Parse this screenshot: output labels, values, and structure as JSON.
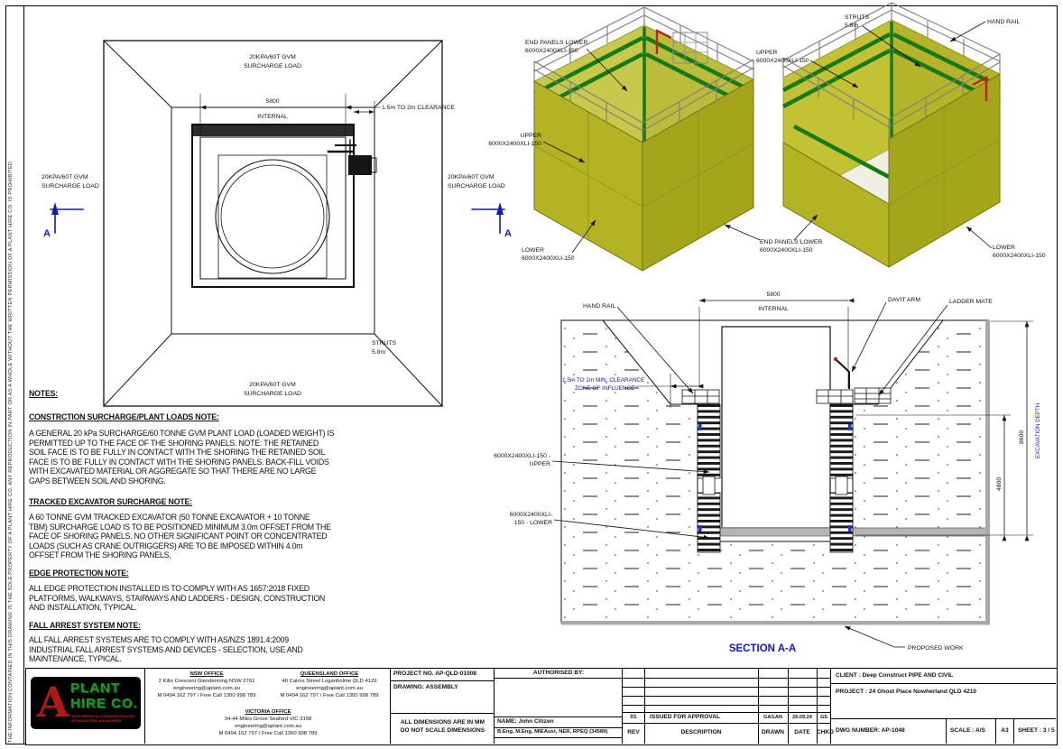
{
  "frame": {
    "disclaimer": "THE INFORMATION CONTAINED IN THIS DRAWING IS THE SOLE PROPERTY OF A PLANT HIRE CO. ANY REPRODUCTION IN PART OR AS A WHOLE WITHOUT THE WRITTEN PERMISSION OF A PLANT HIRE CO. IS PROHIBITED."
  },
  "plan": {
    "surcharge_l1": "20KPA/60T GVM",
    "surcharge_l2": "SURCHARGE LOAD",
    "dim_5800": "5800",
    "dim_internal": "INTERNAL",
    "clearance": "1.5m TO 2m CLEARANCE",
    "struts_l1": "STRUTS",
    "struts_l2": "5.8m",
    "section_letter": "A"
  },
  "iso": {
    "end_panels_lower": "END PANELS LOWER",
    "panel_code": "6000X2400XLI-150",
    "upper": "UPPER",
    "lower": "LOWER",
    "struts_l1": "STRUTS",
    "struts_l2": "5.8m",
    "hand_rail": "HAND RAIL"
  },
  "section": {
    "title": "SECTION A-A",
    "hand_rail": "HAND RAIL",
    "dim_5800": "5800",
    "dim_internal": "INTERNAL",
    "davit_arm": "DAVIT ARM",
    "ladder_mate": "LADDER MATE",
    "clearance_l1": "1.5m TO 2m MIN. CLEARANCE",
    "clearance_l2": "ZONE OF INFLUENCE",
    "upper_label_l1": "6000X2400XLI-150 -",
    "upper_label_l2": "UPPER",
    "lower_label_l1": "6000X2400XLI-",
    "lower_label_l2": "150 - LOWER",
    "dim_8600": "8600",
    "dim_4800": "4800",
    "excavation_depth": "EXCAVATION DEPTH",
    "proposed_work": "PROPOSED WORK"
  },
  "notes": {
    "title": "NOTES:",
    "s1_heading": "CONSTRCTION SURCHARGE/PLANT LOADS NOTE:",
    "s1_body": "A GENERAL 20 kPa SURCHARGE/60 TONNE GVM PLANT LOAD (LOADED WEIGHT) IS\nPERMITTED UP TO THE FACE OF THE SHORING PANELS. NOTE: THE RETAINED\nSOIL FACE IS TO BE FULLY IN CONTACT WITH THE SHORING  THE RETAINED SOIL\nFACE IS TO BE FULLY IN CONTACT WITH THE SHORING PANELS. BACK-FILL VOIDS\nWITH EXCAVATED MATERIAL OR AGGREGATE SO THAT THERE ARE NO LARGE\nGAPS BETWEEN SOIL AND SHORING.",
    "s2_heading": "TRACKED EXCAVATOR SURCHARGE NOTE:",
    "s2_body": "A 60 TONNE GVM TRACKED EXCAVATOR (50 TONNE EXCAVATOR + 10 TONNE\nTBM) SURCHARGE LOAD IS TO BE POSITIONED MINIMUM 3.0m OFFSET FROM THE\nFACE OF SHORING PANELS. NO OTHER SIGNIFICANT POINT OR CONCENTRATED\nLOADS (SUCH AS CRANE OUTRIGGERS) ARE TO BE IMPOSED WITHIN 4.0m\nOFFSET FROM THE SHORING PANELS,",
    "s3_heading": "EDGE PROTECTION NOTE:",
    "s3_body": "ALL EDGE PROTECTION INSTALLED IS TO COMPLY WITH AS 1657:2018 FIXED\nPLATFORMS, WALKWAYS, STAIRWAYS AND LADDERS - DESIGN, CONSTRUCTION\nAND INSTALLATION, TYPICAL.",
    "s4_heading": "FALL ARREST SYSTEM NOTE:",
    "s4_body": "ALL FALL ARREST SYSTEMS ARE TO COMPLY WITH AS/NZS 1891.4:2009\nINDUSTRIAL FALL ARREST SYSTEMS AND DEVICES - SELECTION, USE AND\nMAINTENANCE, TYPICAL."
  },
  "title_block": {
    "logo": {
      "letter": "A",
      "word1": "PLANT",
      "word2": "HIRE CO.",
      "tagline1": "SUPPORTING AUSTRALIAN GROUND",
      "tagline2": "WITH AUSTRALIAN SHORING"
    },
    "offices": {
      "nsw_title": "NSW OFFICE",
      "nsw_addr": "2 Kilto Crescent Glendenning NSW 2761",
      "email": "engineering@aplant.com.au",
      "phone": "M 0494 162 797 / Free Call 1300 998 789",
      "qld_title": "QUEENSLAND OFFICE",
      "qld_addr": "40 Cairns Street Loganholme QLD 4129",
      "vic_title": "VICTORIA OFFICE",
      "vic_addr": "34-44 Miles Grove Seaford VIC 3198"
    },
    "project_no": "PROJECT NO.  AP-QLD-01008",
    "drawing": "DRAWING:  ASSEMBLY",
    "dims_note_l1": "ALL DIMENSIONS ARE IN MM",
    "dims_note_l2": "DO NOT SCALE DIMENSIONS",
    "authorised_by": "AUTHORISED BY:",
    "name": "NAME: John Citizen",
    "credentials": "B.Eng, M.Eng, MIEAust, NER, RPEQ (34589)",
    "rev": {
      "no": "01",
      "desc": "ISSUED FOR APPROVAL",
      "drawn": "GAGAN",
      "date": "26.09.24",
      "chkd": "GS",
      "h_rev": "REV",
      "h_desc": "DESCRIPTION",
      "h_drawn": "DRAWN",
      "h_date": "DATE",
      "h_chkd": "CHKD"
    },
    "client": "CLIENT :  Deep Construct PIPE AND CIVIL",
    "project": "PROJECT :  24 Ghost Place Nowherland QLD 4210",
    "dwg_number": "DWG NUMBER:   AP-1048",
    "scale": "SCALE : A/S",
    "paper": "A3",
    "sheet": "SHEET : 3 / 5"
  },
  "colors": {
    "annotation_blue": "#1515c8",
    "panel_olive": "#b3b324",
    "waler_green": "#157a15",
    "davit_red": "#c02020",
    "proposed_gray": "#a9a9a9"
  }
}
